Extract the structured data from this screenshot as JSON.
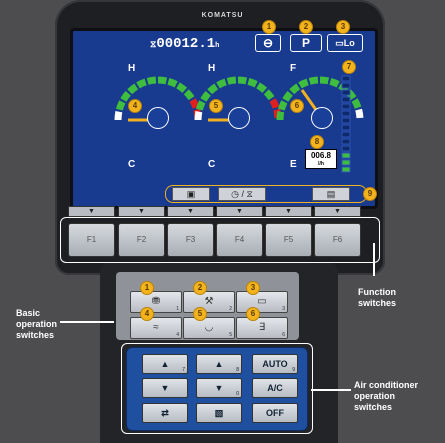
{
  "brand": "KOMATSU",
  "hour_meter": {
    "value": "00012.1",
    "unit": "h"
  },
  "top_status": [
    {
      "id": "1",
      "label": "⊖"
    },
    {
      "id": "2",
      "label": "P"
    },
    {
      "id": "3",
      "label": "Lo"
    }
  ],
  "gauges": [
    {
      "id": "4",
      "top_label": "H",
      "bottom_label": "C"
    },
    {
      "id": "5",
      "top_label": "H",
      "bottom_label": "C"
    },
    {
      "id": "6",
      "top_label": "F",
      "bottom_label": "E"
    }
  ],
  "side_bar_badge": "7",
  "fuel_readout": {
    "badge": "8",
    "value": "006.8",
    "unit": "l/h"
  },
  "bottom_bar": {
    "badge": "9",
    "buttons": [
      "▣",
      "◷ / ⧖",
      "▤"
    ]
  },
  "function_keys": [
    "F1",
    "F2",
    "F3",
    "F4",
    "F5",
    "F6"
  ],
  "basic_switches": [
    {
      "badge": "1",
      "icon": "⛃",
      "sub": "1"
    },
    {
      "badge": "2",
      "icon": "⚒",
      "sub": "2"
    },
    {
      "badge": "3",
      "icon": "▭",
      "sub": "3"
    },
    {
      "badge": "4",
      "icon": "≈",
      "sub": "4"
    },
    {
      "badge": "5",
      "icon": "◡",
      "sub": "5"
    },
    {
      "badge": "6",
      "icon": "∃",
      "sub": "6"
    }
  ],
  "ac_switches": [
    {
      "label": "▲",
      "sub": "7"
    },
    {
      "label": "▲",
      "sub": "8"
    },
    {
      "label": "AUTO",
      "sub": "9"
    },
    {
      "label": "▼",
      "sub": ""
    },
    {
      "label": "▼",
      "sub": "0"
    },
    {
      "label": "A/C",
      "sub": ""
    },
    {
      "label": "⇄",
      "sub": ""
    },
    {
      "label": "▧",
      "sub": ""
    },
    {
      "label": "OFF",
      "sub": ""
    }
  ],
  "callouts": {
    "function": [
      "Function",
      "switches"
    ],
    "basic": [
      "Basic",
      "operation",
      "switches"
    ],
    "ac": [
      "Air conditioner",
      "operation",
      "switches"
    ]
  },
  "colors": {
    "screen_bg": "#183a8f",
    "badge": "#f3b31c",
    "gauge_green": "#3ebd3e",
    "gauge_red": "#e02020",
    "needle": "#f0b020"
  }
}
